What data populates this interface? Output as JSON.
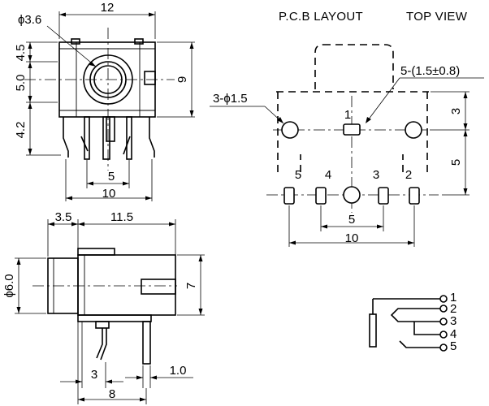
{
  "headers": {
    "pcb_layout": "P.C.B LAYOUT",
    "top_view": "TOP VIEW"
  },
  "front_view": {
    "width": "12",
    "hole_dia": "ϕ3.6",
    "h_top": "4.5",
    "h_mid": "5.0",
    "h_bot": "4.2",
    "height": "9",
    "pitch": "5",
    "span": "10"
  },
  "pcb": {
    "pad_note": "5-(1.5±0.8)",
    "hole_note": "3-ϕ1.5",
    "pin_top": "1",
    "pins_bottom": [
      "5",
      "4",
      "3",
      "2"
    ],
    "dim_right_top": "3",
    "dim_right_bottom": "5",
    "dim_pitch": "5",
    "dim_span": "10"
  },
  "side_view": {
    "front_len": "3.5",
    "body_len": "11.5",
    "dia": "ϕ6.0",
    "height": "7",
    "pin_offset": "3",
    "pin_width": "1.0",
    "total": "8"
  },
  "schematic": {
    "pins": [
      "1",
      "2",
      "3",
      "4",
      "5"
    ]
  }
}
